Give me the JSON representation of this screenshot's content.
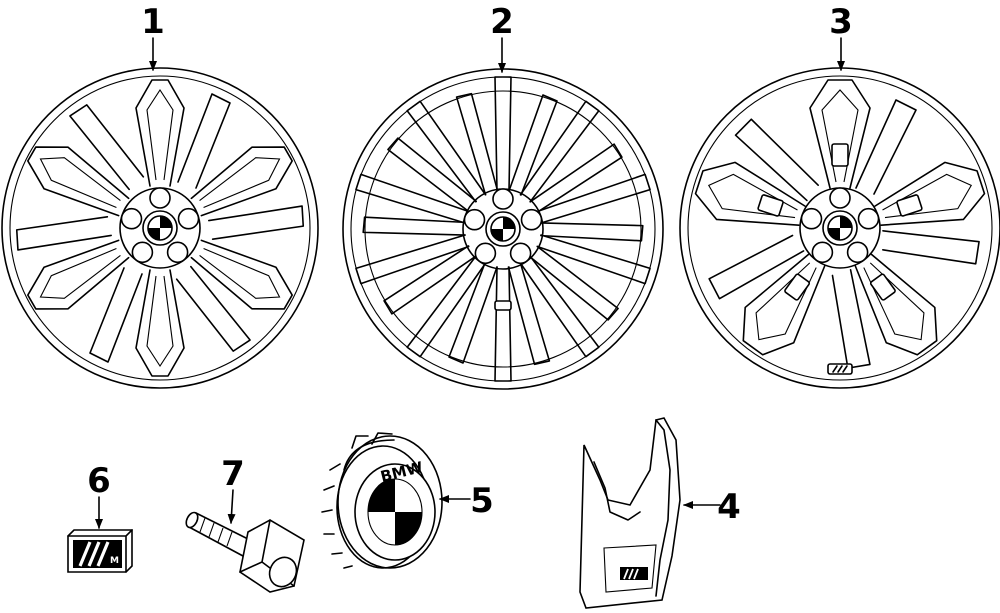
{
  "callouts": [
    {
      "id": "wheel-1",
      "label": "1"
    },
    {
      "id": "wheel-2",
      "label": "2"
    },
    {
      "id": "wheel-3",
      "label": "3"
    },
    {
      "id": "mud-flap",
      "label": "4"
    },
    {
      "id": "center-cap",
      "label": "5"
    },
    {
      "id": "emblem-badge",
      "label": "6"
    },
    {
      "id": "lug-bolt",
      "label": "7"
    }
  ],
  "cap_lettering": "BMW",
  "badge_lettering": "M"
}
